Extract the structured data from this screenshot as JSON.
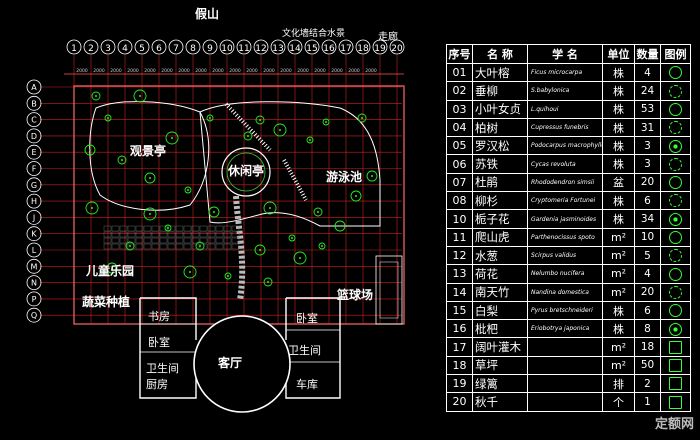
{
  "plan": {
    "labels": {
      "jiashan": "假山",
      "wenhuaqiang": "文化墙结合水景",
      "zoulang": "走廊",
      "guanjingting": "观景亭",
      "xiuxiting": "休闲亭",
      "youyongchi": "游泳池",
      "ertong": "儿童乐园",
      "shucai": "蔬菜种植",
      "lanqiu": "篮球场",
      "shufang": "书房",
      "woshi1": "卧室",
      "woshi2": "卧室",
      "weisheng1": "卫生间",
      "weisheng2": "卫生间",
      "chufang": "厨房",
      "keting": "客厅",
      "cheku": "车库"
    },
    "col_labels": [
      "1",
      "2",
      "3",
      "4",
      "5",
      "6",
      "7",
      "8",
      "9",
      "10",
      "11",
      "12",
      "13",
      "14",
      "15",
      "16",
      "17",
      "18",
      "19",
      "20"
    ],
    "row_labels": [
      "A",
      "B",
      "C",
      "D",
      "E",
      "F",
      "G",
      "H",
      "J",
      "K",
      "L",
      "M",
      "N",
      "P",
      "Q"
    ],
    "dims": [
      "2000",
      "2000",
      "2000",
      "2000",
      "2000",
      "2000",
      "2000",
      "2000",
      "2000",
      "2000",
      "2000",
      "2000",
      "2000",
      "2000",
      "2000",
      "2000",
      "2000",
      "2000"
    ]
  },
  "legend": {
    "headers": {
      "no": "序号",
      "name": "名 称",
      "latin": "学 名",
      "unit": "单位",
      "qty": "数量",
      "icon": "图例"
    },
    "rows": [
      {
        "no": "01",
        "name": "大叶榕",
        "latin": "Ficus microcarpa",
        "unit": "株",
        "qty": "4",
        "icon": "round"
      },
      {
        "no": "02",
        "name": "垂柳",
        "latin": "S.babylonica",
        "unit": "株",
        "qty": "24",
        "icon": "star"
      },
      {
        "no": "03",
        "name": "小叶女贞",
        "latin": "L.quihoui",
        "unit": "株",
        "qty": "53",
        "icon": "round"
      },
      {
        "no": "04",
        "name": "柏树",
        "latin": "Cupressus funebris",
        "unit": "株",
        "qty": "31",
        "icon": "star"
      },
      {
        "no": "05",
        "name": "罗汉松",
        "latin": "Podocarpus macrophyllu",
        "unit": "株",
        "qty": "3",
        "icon": "dot"
      },
      {
        "no": "06",
        "name": "苏铁",
        "latin": "Cycas revoluta",
        "unit": "株",
        "qty": "3",
        "icon": "star"
      },
      {
        "no": "07",
        "name": "杜鹃",
        "latin": "Rhododendron simsii",
        "unit": "盆",
        "qty": "20",
        "icon": "round"
      },
      {
        "no": "08",
        "name": "柳杉",
        "latin": "Cryptomeria Fortunei",
        "unit": "株",
        "qty": "6",
        "icon": "star"
      },
      {
        "no": "10",
        "name": "栀子花",
        "latin": "Gardenia jasminoides",
        "unit": "株",
        "qty": "34",
        "icon": "dot"
      },
      {
        "no": "11",
        "name": "爬山虎",
        "latin": "Parthenocissus spoto",
        "unit": "m²",
        "qty": "10",
        "icon": "round"
      },
      {
        "no": "12",
        "name": "水葱",
        "latin": "Scirpus validus",
        "unit": "m²",
        "qty": "5",
        "icon": "star"
      },
      {
        "no": "13",
        "name": "荷花",
        "latin": "Nelumbo nucifera",
        "unit": "m²",
        "qty": "4",
        "icon": "round"
      },
      {
        "no": "14",
        "name": "南天竹",
        "latin": "Nandina domestica",
        "unit": "m²",
        "qty": "20",
        "icon": "star"
      },
      {
        "no": "15",
        "name": "白梨",
        "latin": "Pyrus bretschneideri",
        "unit": "株",
        "qty": "6",
        "icon": "round"
      },
      {
        "no": "16",
        "name": "枇杷",
        "latin": "Eriobotrya japonica",
        "unit": "株",
        "qty": "8",
        "icon": "dot"
      },
      {
        "no": "17",
        "name": "阔叶灌木",
        "latin": "",
        "unit": "m²",
        "qty": "18",
        "icon": "square"
      },
      {
        "no": "18",
        "name": "草坪",
        "latin": "",
        "unit": "m²",
        "qty": "50",
        "icon": "square"
      },
      {
        "no": "19",
        "name": "绿篱",
        "latin": "",
        "unit": "排",
        "qty": "2",
        "icon": "square"
      },
      {
        "no": "20",
        "name": "秋千",
        "latin": "",
        "unit": "个",
        "qty": "1",
        "icon": "square"
      }
    ]
  },
  "watermark": "定额网"
}
